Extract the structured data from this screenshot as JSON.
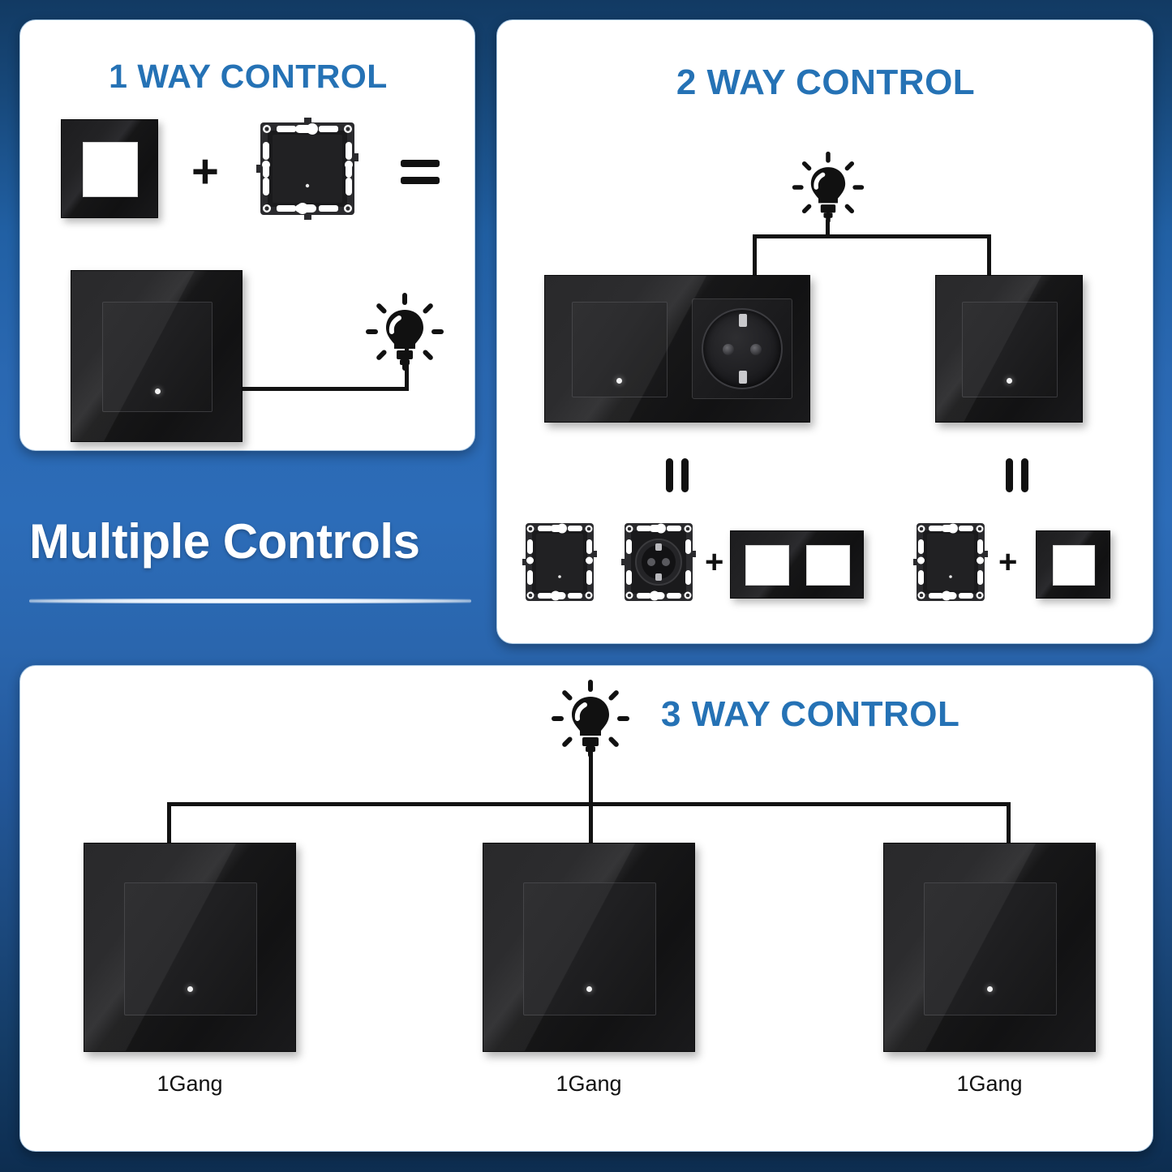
{
  "poster": {
    "background_top_color": "#123a63",
    "background_mid_color": "#2c6cb8",
    "background_bottom_color": "#0d2d50",
    "title_accent_color": "#2572b5"
  },
  "banner": {
    "title": "Multiple Controls",
    "divider": "horizontal-rule"
  },
  "sections": {
    "one_way": {
      "title": "1 WAY CONTROL",
      "formula": {
        "frame_label": "glass-frame-1gang",
        "plus": "+",
        "module_label": "switch-mechanism-1gang",
        "equals": "="
      },
      "result_panel": "switch-panel-1gang",
      "lamp": "light-bulb"
    },
    "two_way": {
      "title": "2 WAY CONTROL",
      "lamp": "light-bulb",
      "devices": [
        {
          "name": "switch-and-socket-panel",
          "parts": [
            "switch-1gang",
            "schuko-socket"
          ]
        },
        {
          "name": "switch-panel-1gang",
          "parts": [
            "switch-1gang"
          ]
        }
      ],
      "equals_left": "=",
      "equals_right": "=",
      "breakdown_left": {
        "modules": [
          "switch-mechanism-1gang",
          "socket-mechanism-schuko"
        ],
        "plus": "+",
        "frame": "glass-frame-2gang"
      },
      "breakdown_right": {
        "modules": [
          "switch-mechanism-1gang"
        ],
        "plus": "+",
        "frame": "glass-frame-1gang"
      }
    },
    "three_way": {
      "title": "3 WAY CONTROL",
      "lamp": "light-bulb",
      "switches": [
        {
          "panel": "switch-panel-1gang",
          "caption": "1Gang"
        },
        {
          "panel": "switch-panel-1gang",
          "caption": "1Gang"
        },
        {
          "panel": "switch-panel-1gang",
          "caption": "1Gang"
        }
      ]
    }
  }
}
